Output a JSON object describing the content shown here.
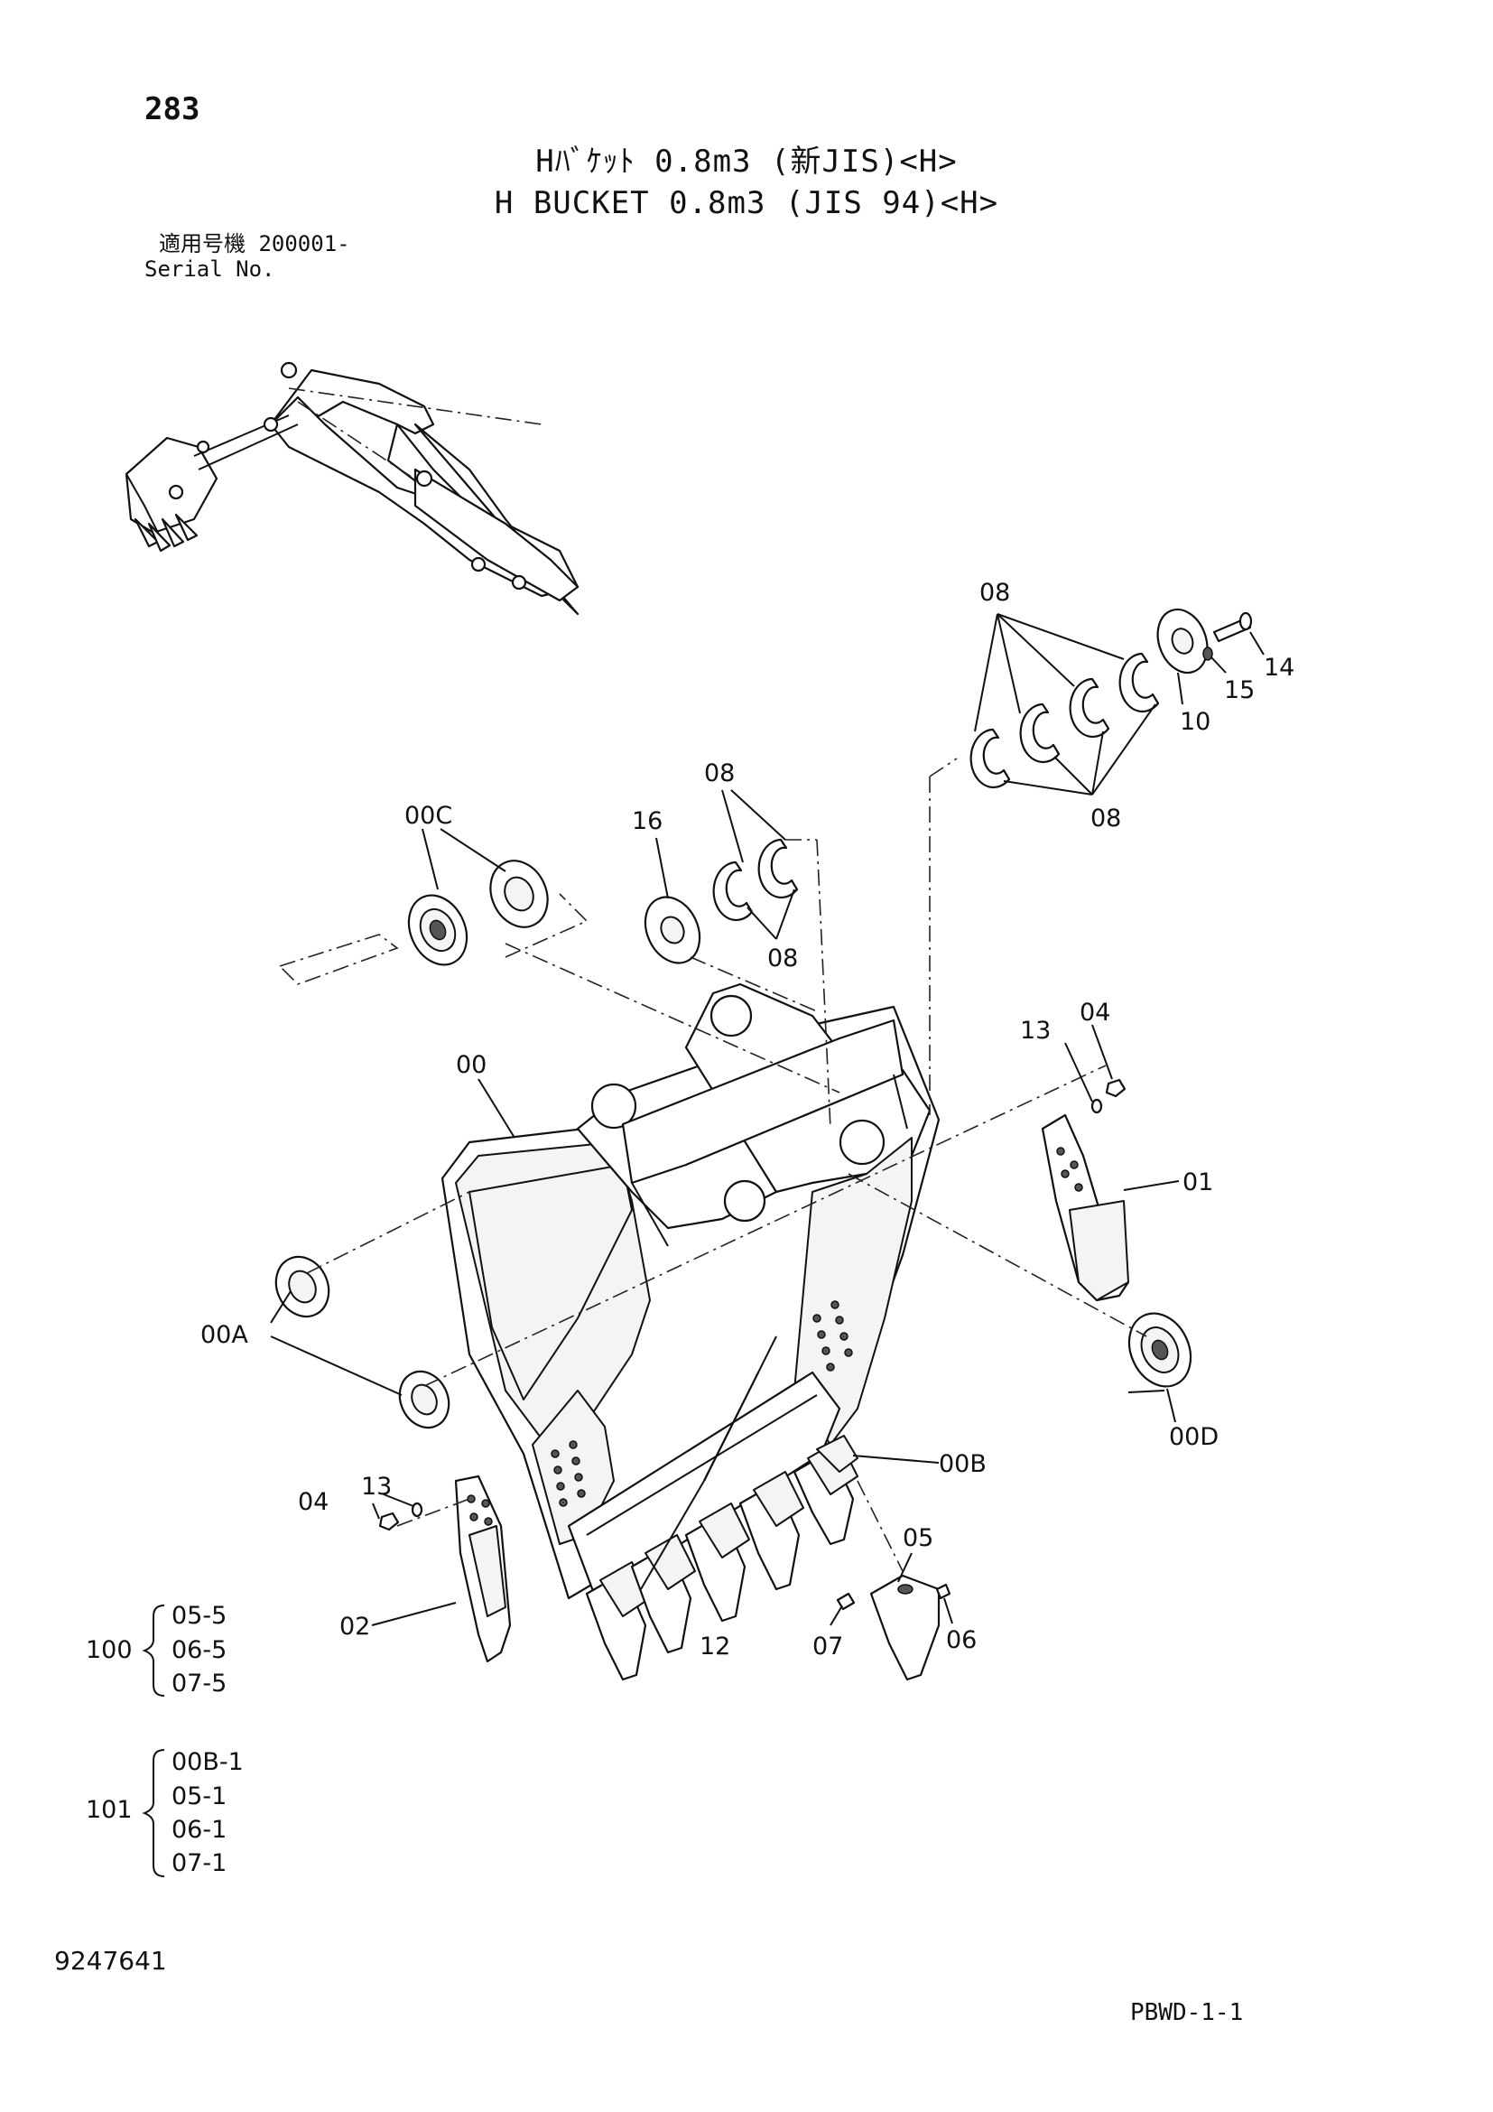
{
  "header": {
    "page_number": "283",
    "title_jp": "Hﾊﾞｹｯﾄ 0.8m3 (新JIS)<H>",
    "title_en": "H BUCKET 0.8m3 (JIS 94)<H>",
    "serial_label_jp": "適用号機  200001-",
    "serial_label_en": "Serial No."
  },
  "callouts": {
    "c00": "00",
    "c00A": "00A",
    "c00B": "00B",
    "c00C": "00C",
    "c00D": "00D",
    "c01": "01",
    "c02": "02",
    "c04a": "04",
    "c04b": "04",
    "c05": "05",
    "c06": "06",
    "c07": "07",
    "c08a": "08",
    "c08b": "08",
    "c08c": "08",
    "c08d": "08",
    "c10": "10",
    "c12": "12",
    "c13a": "13",
    "c13b": "13",
    "c14": "14",
    "c15": "15",
    "c16": "16"
  },
  "kits": {
    "kit100": {
      "label": "100",
      "items": [
        "05-5",
        "06-5",
        "07-5"
      ]
    },
    "kit101": {
      "label": "101",
      "items": [
        "00B-1",
        "05-1",
        "06-1",
        "07-1"
      ]
    }
  },
  "footer": {
    "doc_number": "9247641",
    "page_code": "PBWD-1-1"
  }
}
